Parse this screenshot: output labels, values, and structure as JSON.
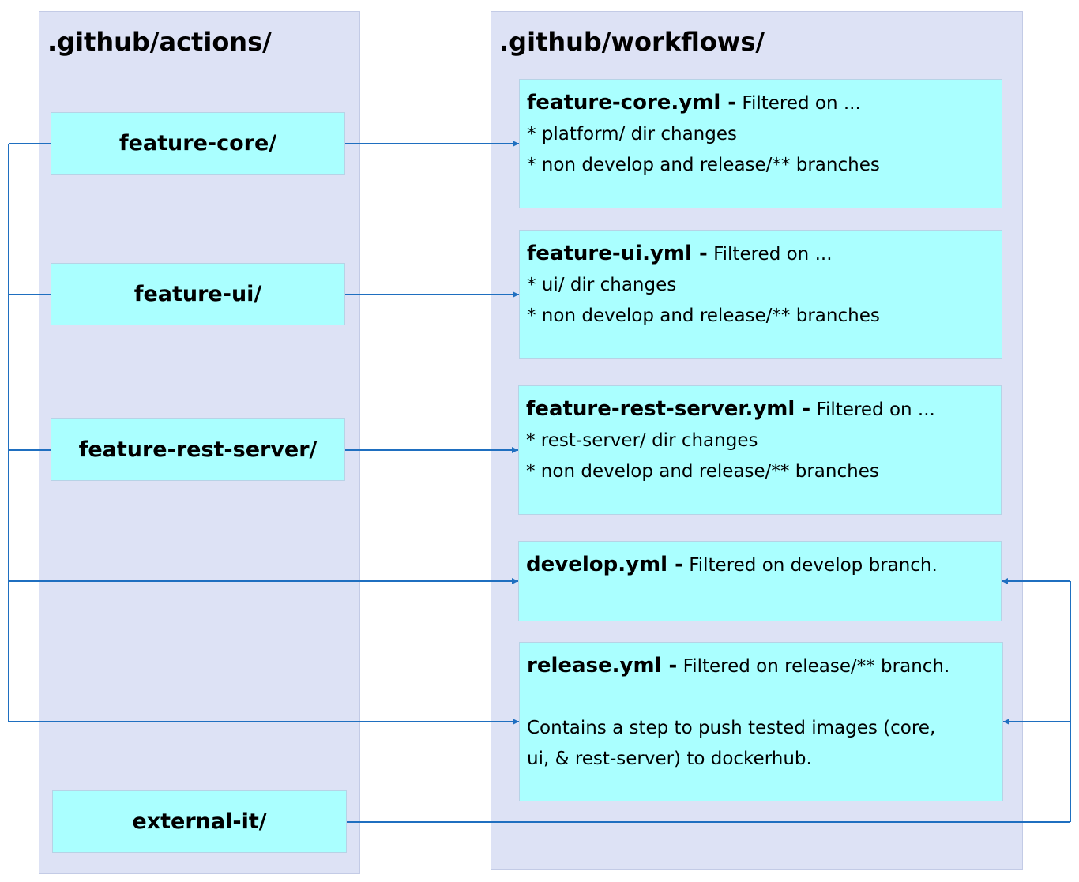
{
  "actions_panel": {
    "title": ".github/actions/",
    "items": [
      {
        "label": "feature-core/"
      },
      {
        "label": "feature-ui/"
      },
      {
        "label": "feature-rest-server/"
      },
      {
        "label": "external-it/"
      }
    ]
  },
  "workflows_panel": {
    "title": ".github/workflows/",
    "items": [
      {
        "name": "feature-core.yml -",
        "description": "Filtered on ...",
        "lines": [
          "* platform/ dir changes",
          "* non develop and release/** branches"
        ]
      },
      {
        "name": "feature-ui.yml -",
        "description": "Filtered on ...",
        "lines": [
          "* ui/ dir changes",
          "* non develop and release/** branches"
        ]
      },
      {
        "name": "feature-rest-server.yml -",
        "description": "Filtered on ...",
        "lines": [
          "* rest-server/ dir changes",
          "* non develop and release/** branches"
        ]
      },
      {
        "name": "develop.yml -",
        "description": "Filtered on develop branch.",
        "lines": []
      },
      {
        "name": "release.yml -",
        "description": "Filtered on release/** branch.",
        "lines": [
          "Contains a step to push tested images (core,",
          "ui, & rest-server) to dockerhub."
        ]
      }
    ]
  },
  "colors": {
    "panel_fill": "#dde2f5",
    "box_fill": "#aaffff",
    "connector": "#1f6fc0"
  }
}
